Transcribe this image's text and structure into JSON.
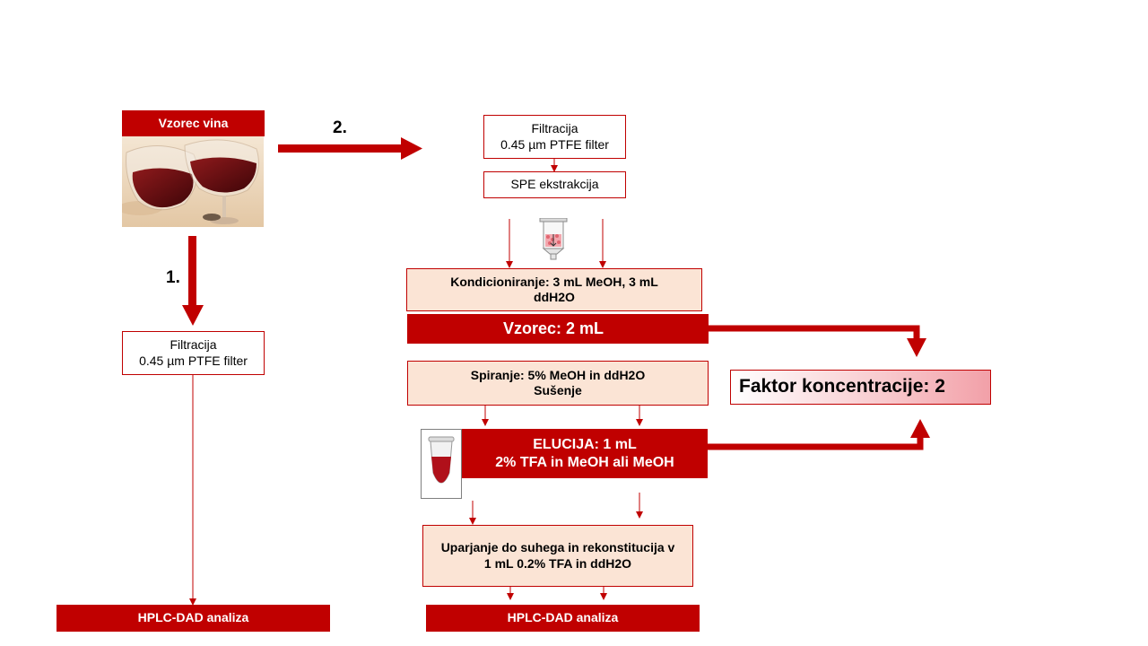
{
  "colors": {
    "accent": "#c00000",
    "peach": "#fbe4d5"
  },
  "left": {
    "sample_label": "Vzorec vina",
    "step_number": "1.",
    "filtration_title": "Filtracija",
    "filtration_detail": "0.45 µm PTFE filter",
    "result": "HPLC-DAD analiza"
  },
  "right": {
    "step_number": "2.",
    "filtration_title": "Filtracija",
    "filtration_detail": "0.45 µm PTFE filter",
    "spe": "SPE ekstrakcija",
    "conditioning": "Kondicioniranje: 3 mL MeOH, 3 mL ddH2O",
    "sample": "Vzorec: 2 mL",
    "wash_line1": "Spiranje: 5% MeOH in ddH2O",
    "wash_line2": "Sušenje",
    "elution_line1": "ELUCIJA: 1 mL",
    "elution_line2": "2% TFA in MeOH ali MeOH",
    "evaporation": "Uparjanje do suhega in rekonstitucija v 1 mL 0.2% TFA in ddH2O",
    "result": "HPLC-DAD analiza",
    "factor": "Faktor koncentracije: 2"
  },
  "icons": [
    "wine-glasses-image",
    "spe-cartridge-icon",
    "sample-tube-icon"
  ]
}
